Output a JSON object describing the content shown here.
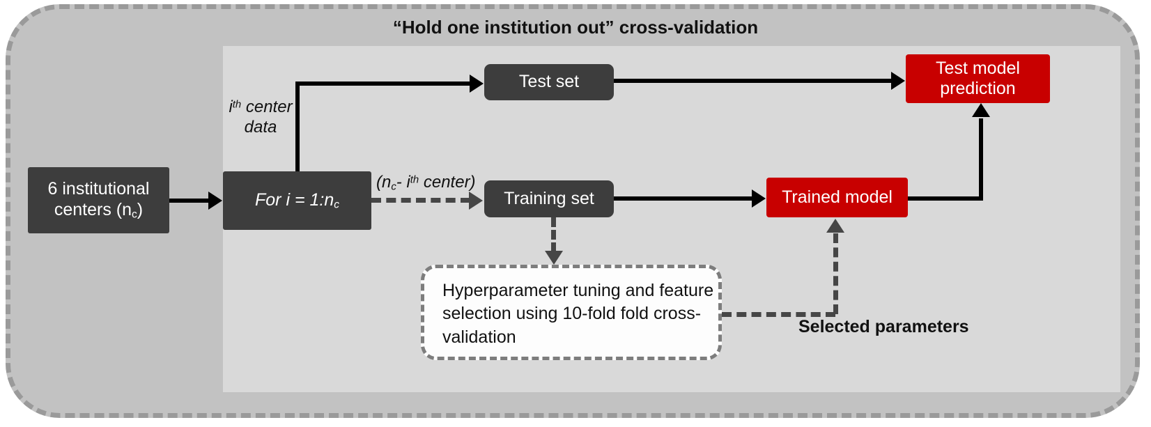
{
  "diagram": {
    "title": "“Hold one institution out” cross-validation",
    "colors": {
      "outer_background": "#c2c2c2",
      "outer_border": "#9a9a9a",
      "inner_panel": "#d9d9d9",
      "dark_node": "#3d3d3d",
      "red_node": "#c80000",
      "solid_edge": "#000000",
      "dashed_edge": "#464646",
      "hyper_box_background": "#fdfdfd",
      "hyper_box_border": "#7d7d7d"
    },
    "nodes": {
      "centers": {
        "label_line1": "6 institutional",
        "label_line2_pre": "centers (n",
        "label_line2_sub": "c",
        "label_line2_post": ")"
      },
      "forloop": {
        "label_pre": "For i = 1:n",
        "label_sub": "c",
        "label_post": ""
      },
      "test_set": {
        "label": "Test set"
      },
      "training_set": {
        "label": "Training set"
      },
      "trained_model": {
        "label": "Trained model"
      },
      "test_prediction": {
        "label_line1": "Test model",
        "label_line2": "prediction"
      },
      "hyperparameter": {
        "label": "Hyperparameter tuning and feature selection using 10-fold fold cross-validation"
      }
    },
    "edge_labels": {
      "ith_center_data": {
        "pre": "i",
        "sup": "th",
        "post": " center",
        "line2": "data"
      },
      "nc_minus_ith": {
        "open": "(n",
        "sub": "c",
        "mid": "- i",
        "sup": "th",
        "close": " center)"
      },
      "selected_parameters": "Selected parameters"
    }
  }
}
